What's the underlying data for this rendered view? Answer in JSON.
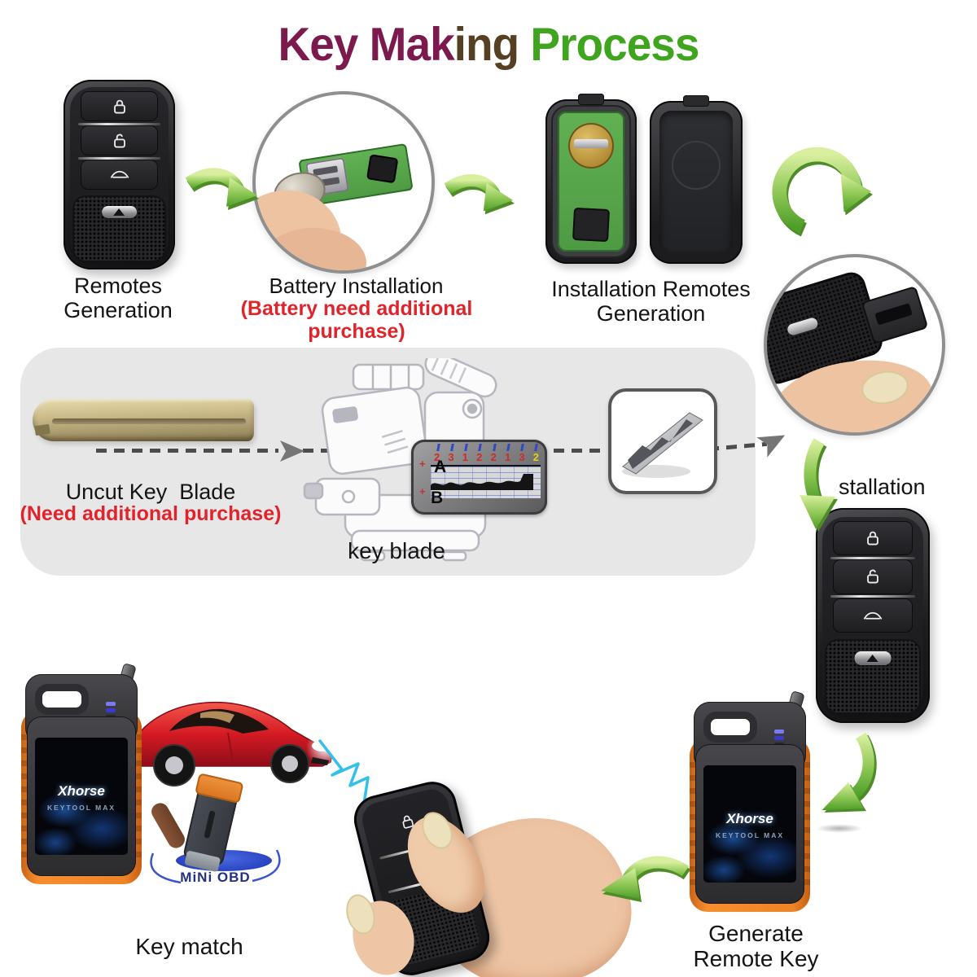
{
  "title": {
    "full": "Key Making Process",
    "part_magenta": "Key Mak",
    "part_blend": "ing",
    "part_green": " Process"
  },
  "labels": {
    "remotes_line1": "Remotes",
    "remotes_line2": "Generation",
    "battery": "Battery Installation",
    "battery_note": "(Battery need additional purchase)",
    "install_line1": "Installation Remotes",
    "install_line2": "Generation",
    "uncut": "Uncut Key  Blade",
    "uncut_note": "(Need additional purchase)",
    "key_blade": "key blade",
    "blade_install_partial": "stallation",
    "key_match": "Key match",
    "generate_line1": "Generate",
    "generate_line2": "Remote Key"
  },
  "devices": {
    "keytool_brand": "Xhorse",
    "keytool_model": "KEYTOOL MAX",
    "obd_label": "MiNi OBD"
  },
  "bitting_chart": {
    "type": "table",
    "row_a_label": "A",
    "row_b_label": "B",
    "positions": 8,
    "depths": [
      "2",
      "3",
      "1",
      "2",
      "2",
      "1",
      "3",
      "2"
    ],
    "highlight_index": 7
  },
  "icons": {
    "lock": "lock-icon",
    "unlock": "unlock-icon",
    "trunk": "trunk-icon",
    "flow_arrow": "green-arrow-icon",
    "cycle_arrow": "circular-arrow-icon",
    "dashed_flow": "dashed-arrow",
    "signal": "signal-zigzag-icon"
  },
  "colors": {
    "title_magenta": "#7c1a4e",
    "title_green": "#3fa51e",
    "note_red": "#e0242c",
    "arrow_green": "#6ab23c",
    "panel_gray": "#e7e7e8",
    "signal_cyan": "#35c0ea",
    "brand_orange": "#ee8125",
    "obd_text_blue": "#23307f",
    "pcb_green": "#5aa84e",
    "depth_highlight": "#ddd416",
    "depth_red": "#cf2b28"
  }
}
